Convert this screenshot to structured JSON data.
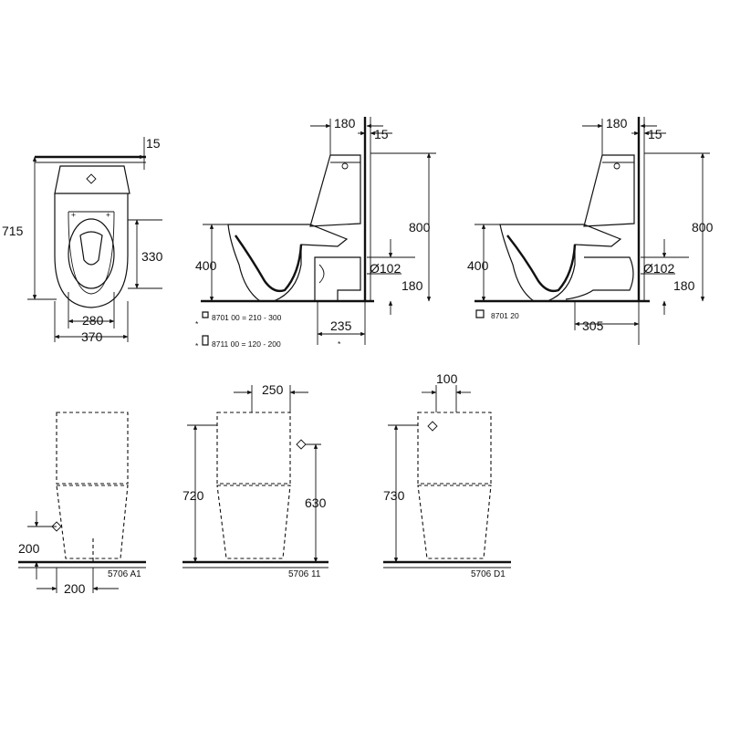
{
  "top_plan": {
    "d_15": "15",
    "d_715": "715",
    "d_330": "330",
    "d_280": "280",
    "d_370": "370"
  },
  "side_a": {
    "d_180": "180",
    "d_15": "15",
    "d_800": "800",
    "d_400": "400",
    "d_102": "Ø102",
    "d_180b": "180",
    "d_235": "235",
    "code1": "8701 00 = 210 - 300",
    "code2": "8711 00 = 120 - 200",
    "star": "*"
  },
  "side_b": {
    "d_180": "180",
    "d_15": "15",
    "d_800": "800",
    "d_400": "400",
    "d_102": "Ø102",
    "d_180b": "180",
    "d_305": "305",
    "code1": "8701 20"
  },
  "front_a1": {
    "d_200v": "200",
    "d_200h": "200",
    "model": "5706 A1"
  },
  "front_11": {
    "d_250": "250",
    "d_720": "720",
    "d_630": "630",
    "model": "5706 11"
  },
  "front_d1": {
    "d_100": "100",
    "d_730": "730",
    "model": "5706 D1"
  }
}
